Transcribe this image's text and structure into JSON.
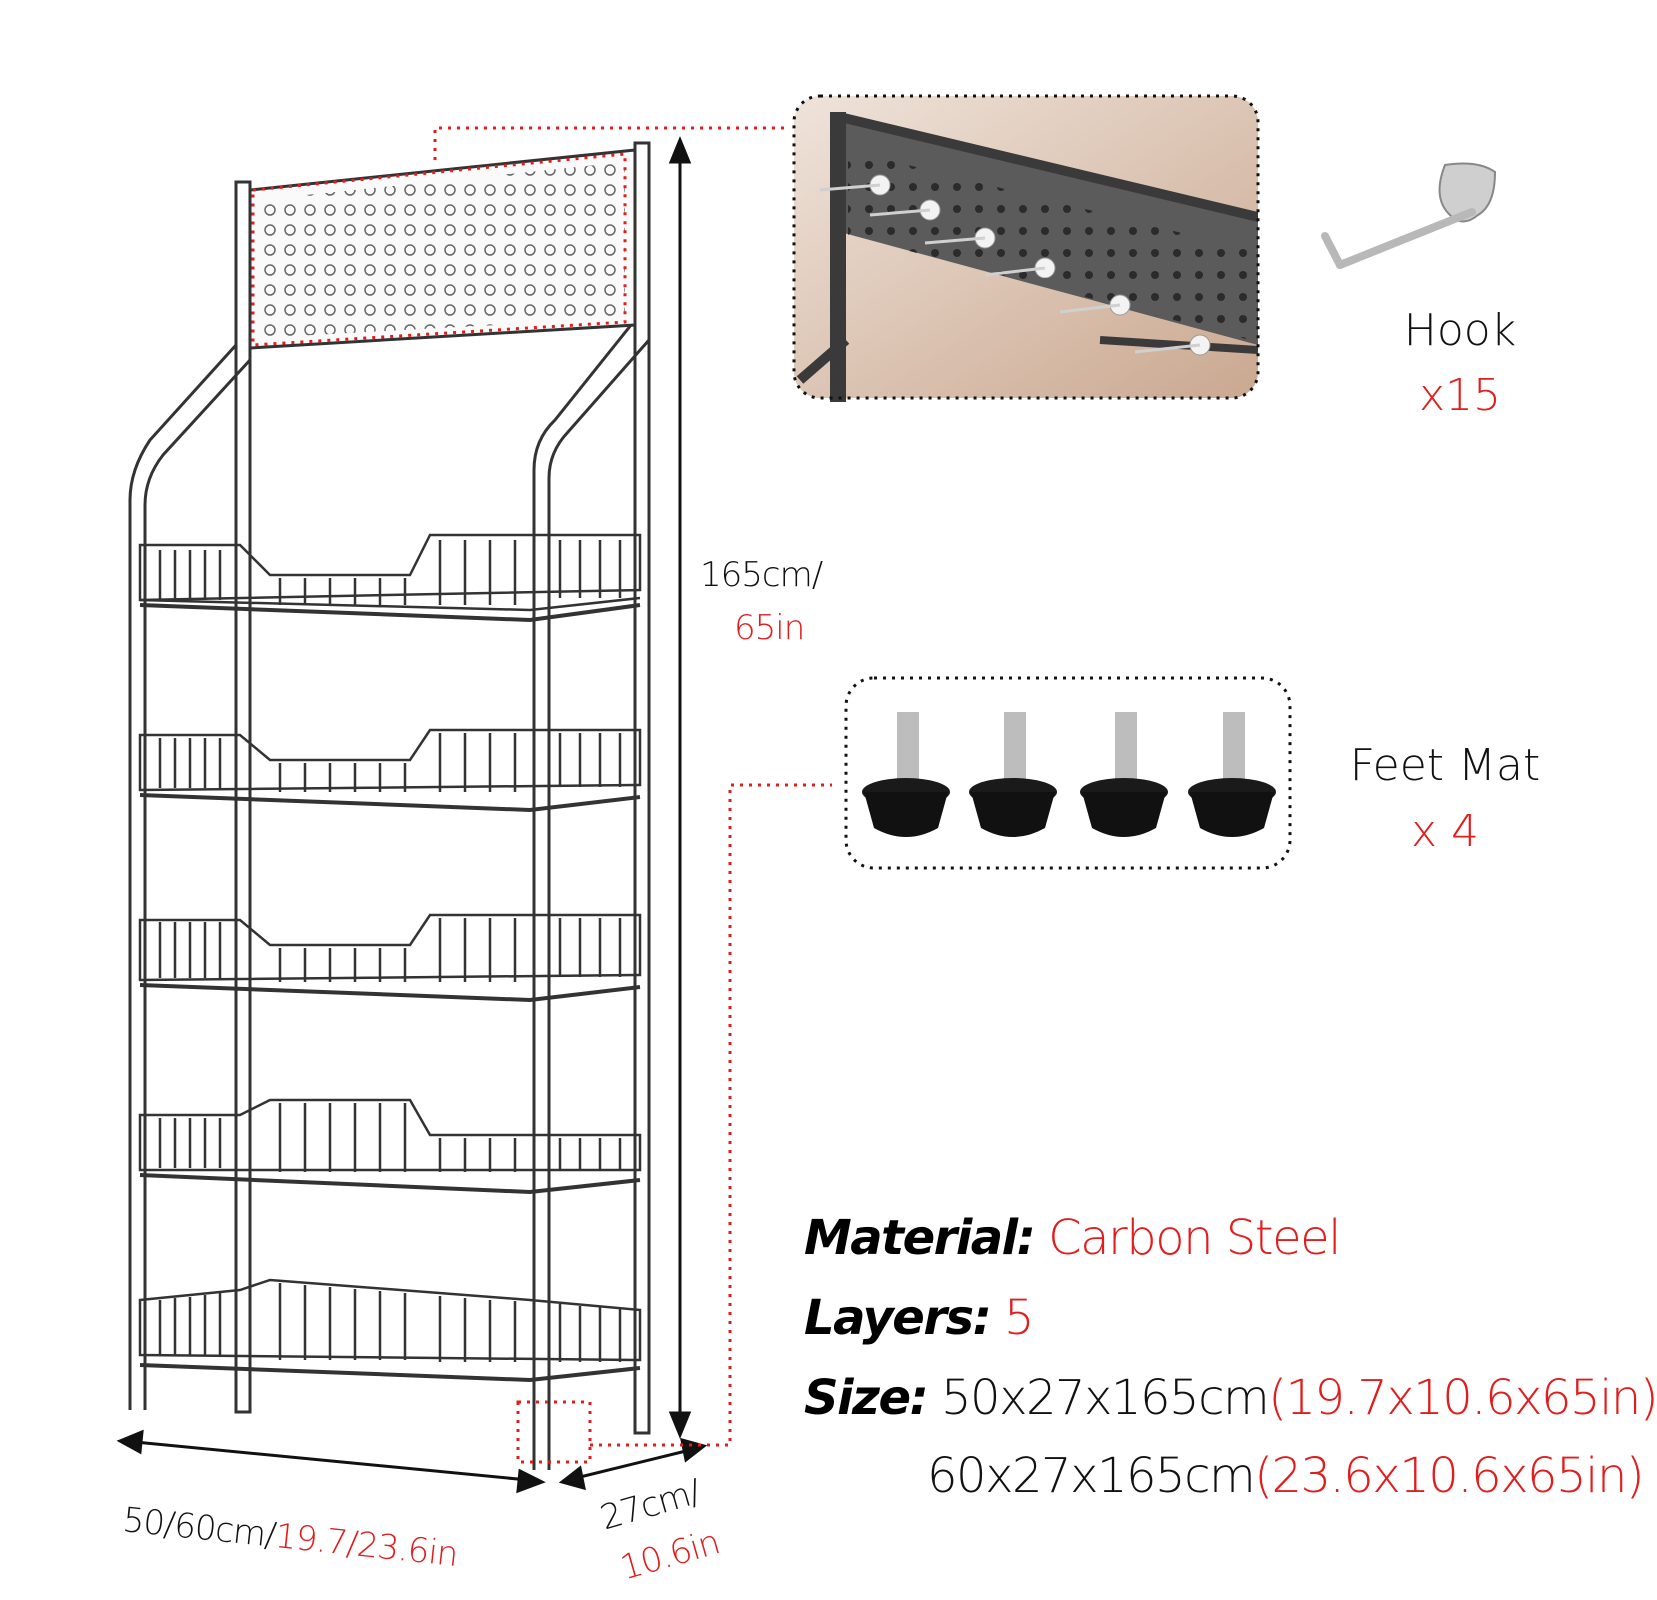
{
  "callouts": {
    "hook": {
      "label": "Hook",
      "quantity": "x15"
    },
    "feet": {
      "label": "Feet Mat",
      "quantity": "x 4"
    }
  },
  "dimensions": {
    "height": {
      "metric": "165cm/",
      "imperial": "65in"
    },
    "width": {
      "metric": "50/60cm/",
      "imperial": "19.7/23.6in"
    },
    "depth": {
      "metric": "27cm/",
      "imperial": "10.6in"
    }
  },
  "specs": {
    "material": {
      "label": "Material:",
      "value": "Carbon Steel"
    },
    "layers": {
      "label": "Layers:",
      "value": "5"
    },
    "size": {
      "label": "Size:",
      "rows": [
        {
          "metric": "50x27x165cm",
          "imperial": "(19.7x10.6x65in)"
        },
        {
          "metric": "60x27x165cm",
          "imperial": "(23.6x10.6x65in)"
        }
      ]
    }
  },
  "colors": {
    "accent": "#e11d1d",
    "line": "#333333",
    "panel": "#555555"
  }
}
